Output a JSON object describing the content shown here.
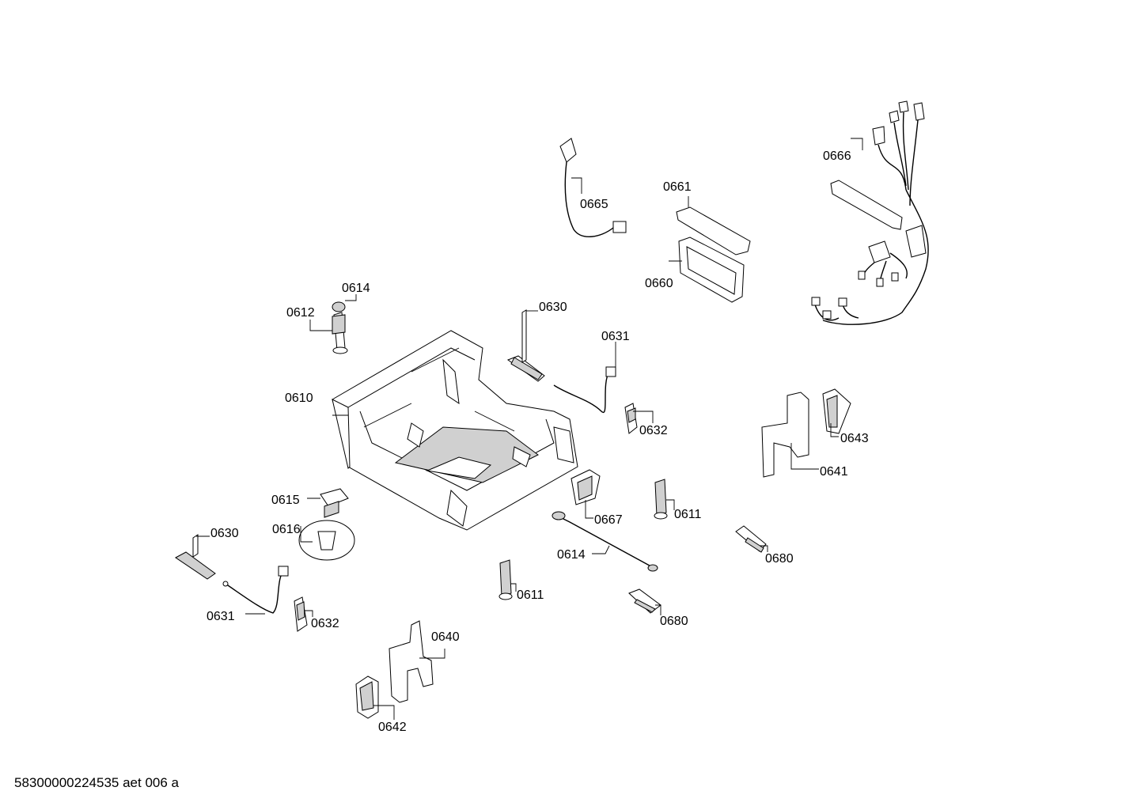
{
  "diagram": {
    "footer": "58300000224535 aet 006 a",
    "labels": {
      "l0666": "0666",
      "l0665": "0665",
      "l0661": "0661",
      "l0660": "0660",
      "l0614a": "0614",
      "l0612": "0612",
      "l0630a": "0630",
      "l0631a": "0631",
      "l0610": "0610",
      "l0632a": "0632",
      "l0643": "0643",
      "l0641": "0641",
      "l0615": "0615",
      "l0616": "0616",
      "l0667": "0667",
      "l0611a": "0611",
      "l0630b": "0630",
      "l0614b": "0614",
      "l0680a": "0680",
      "l0611b": "0611",
      "l0631b": "0631",
      "l0632b": "0632",
      "l0680b": "0680",
      "l0640": "0640",
      "l0642": "0642"
    }
  }
}
